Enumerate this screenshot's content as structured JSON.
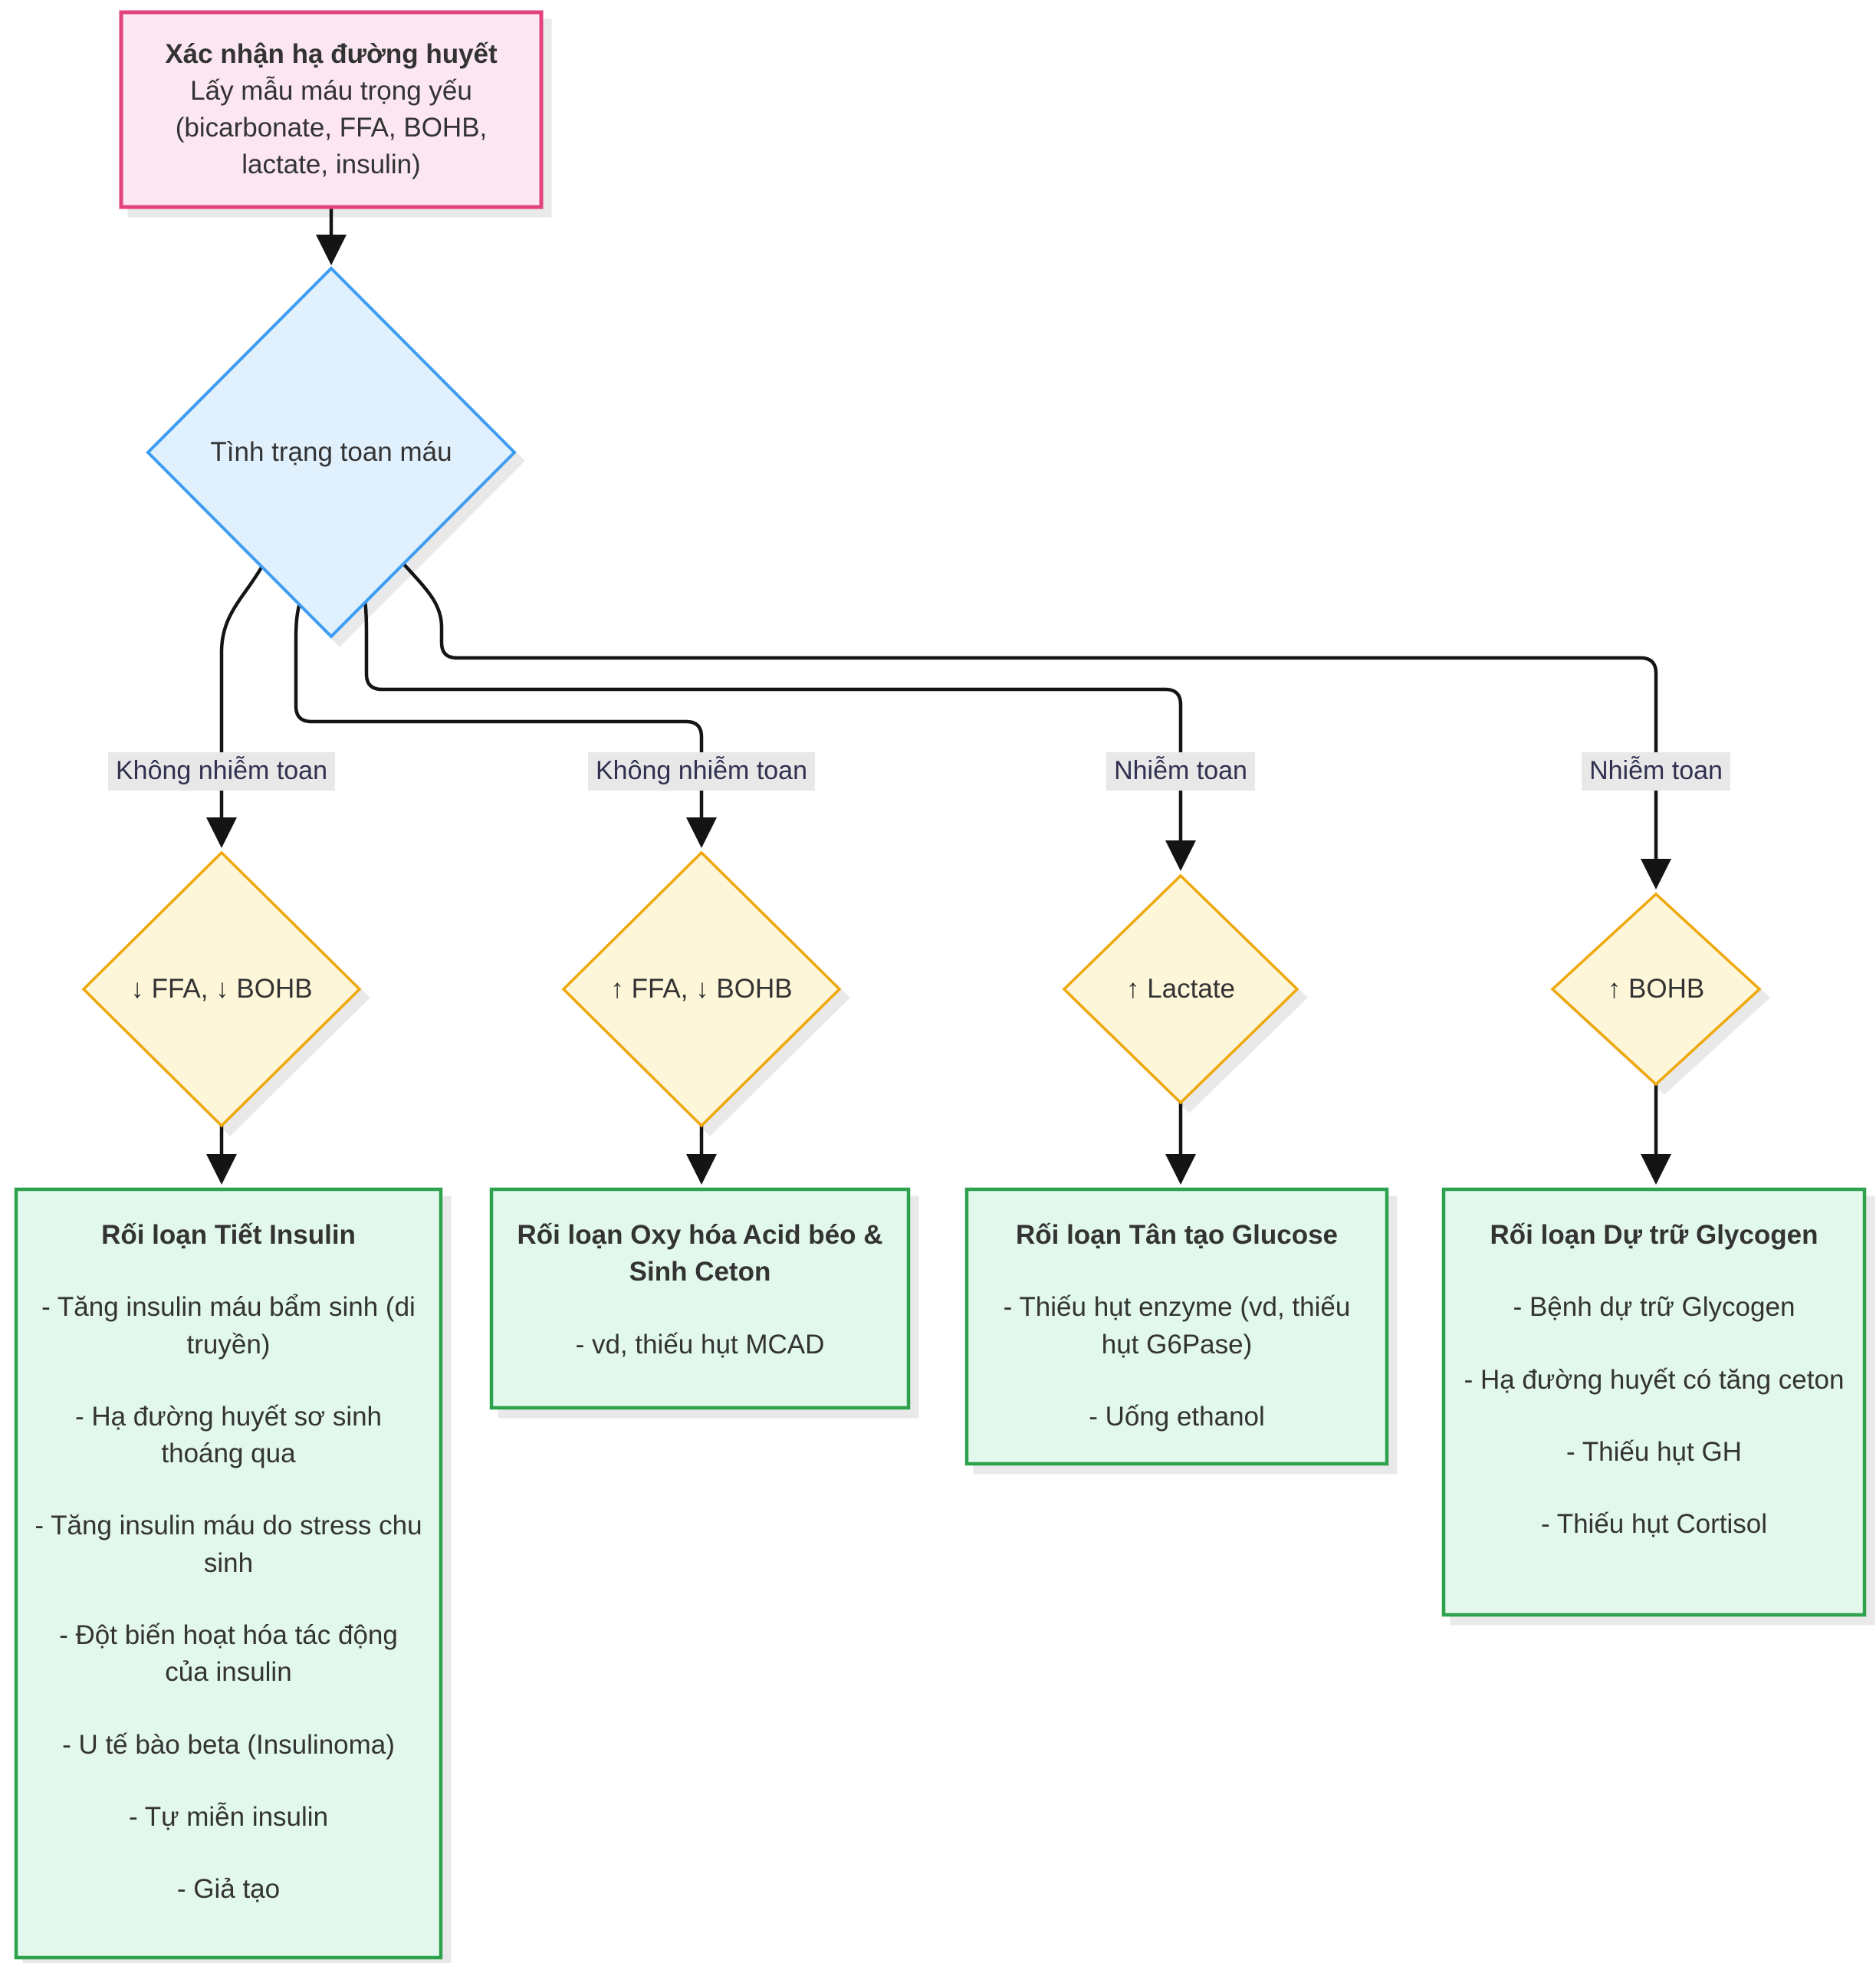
{
  "diagram": {
    "start_box": {
      "title": "Xác nhận hạ đường huyết",
      "line2": "Lấy mẫu máu trọng yếu",
      "line3": "(bicarbonate, FFA, BOHB,",
      "line4": "lactate, insulin)"
    },
    "decision": {
      "label": "Tình trạng toan máu"
    },
    "columns": [
      {
        "edge_label": "Không nhiễm toan",
        "test": "↓ FFA, ↓ BOHB",
        "result_title": "Rối loạn Tiết Insulin",
        "items": [
          "- Tăng insulin máu bẩm sinh (di truyền)",
          "- Hạ đường huyết sơ sinh thoáng qua",
          "- Tăng insulin máu do stress chu sinh",
          "- Đột biến hoạt hóa tác động của insulin",
          "- U tế bào beta (Insulinoma)",
          "- Tự miễn insulin",
          "- Giả tạo"
        ]
      },
      {
        "edge_label": "Không nhiễm toan",
        "test": "↑ FFA, ↓ BOHB",
        "result_title": "Rối loạn Oxy hóa Acid béo & Sinh Ceton",
        "items": [
          "- vd, thiếu hụt MCAD"
        ]
      },
      {
        "edge_label": "Nhiễm toan",
        "test": "↑ Lactate",
        "result_title": "Rối loạn Tân tạo Glucose",
        "items": [
          "- Thiếu hụt enzyme (vd, thiếu hụt G6Pase)",
          "- Uống ethanol"
        ]
      },
      {
        "edge_label": "Nhiễm toan",
        "test": "↑ BOHB",
        "result_title": "Rối loạn Dự trữ Glycogen",
        "items": [
          "- Bệnh dự trữ Glycogen",
          "- Hạ đường huyết có tăng ceton",
          "- Thiếu hụt GH",
          "- Thiếu hụt Cortisol"
        ]
      }
    ],
    "colors": {
      "start_fill": "#fbe6f1",
      "start_border": "#e2437c",
      "decision_fill": "#e1f0fd",
      "decision_border": "#3d9df3",
      "test_fill": "#fdf6d8",
      "test_border": "#efa80c",
      "result_fill": "#e2f8ec",
      "result_border": "#2da14b",
      "edge_line": "#141414",
      "edge_label_bg": "#e8e8e8",
      "edge_label_text": "#303050"
    }
  }
}
